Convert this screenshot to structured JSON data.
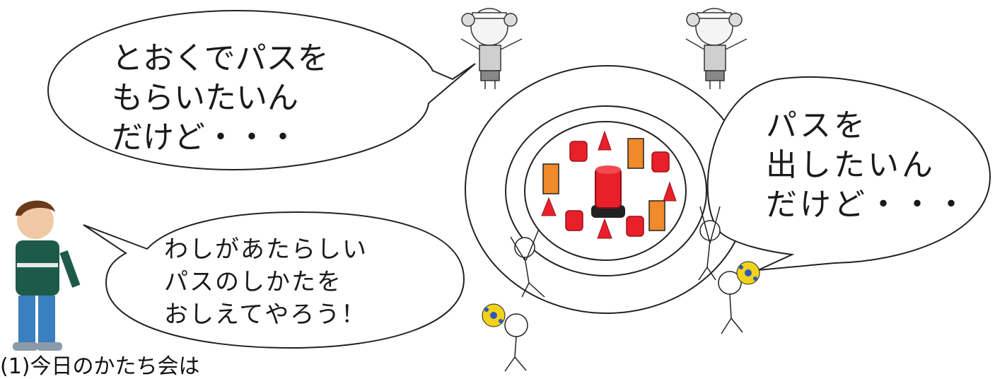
{
  "bubbles": {
    "left_student": [
      "とおくでパスを",
      "もらいたいん",
      "だけど・・・"
    ],
    "right_student": [
      "パスを",
      "出したいん",
      "だけど・・・"
    ],
    "teacher": [
      "わしがあたらしい",
      "パスのしかたを",
      "おしえてやろう！"
    ]
  },
  "caption": "(1)今日のかたち会は",
  "colors": {
    "outline": "#222222",
    "equipment_red": "#e8202a",
    "equipment_orange": "#f08a2a",
    "teacher_jacket": "#1e5a4a",
    "ball_yellow": "#f2d21a",
    "ball_blue": "#2a5ab8"
  }
}
